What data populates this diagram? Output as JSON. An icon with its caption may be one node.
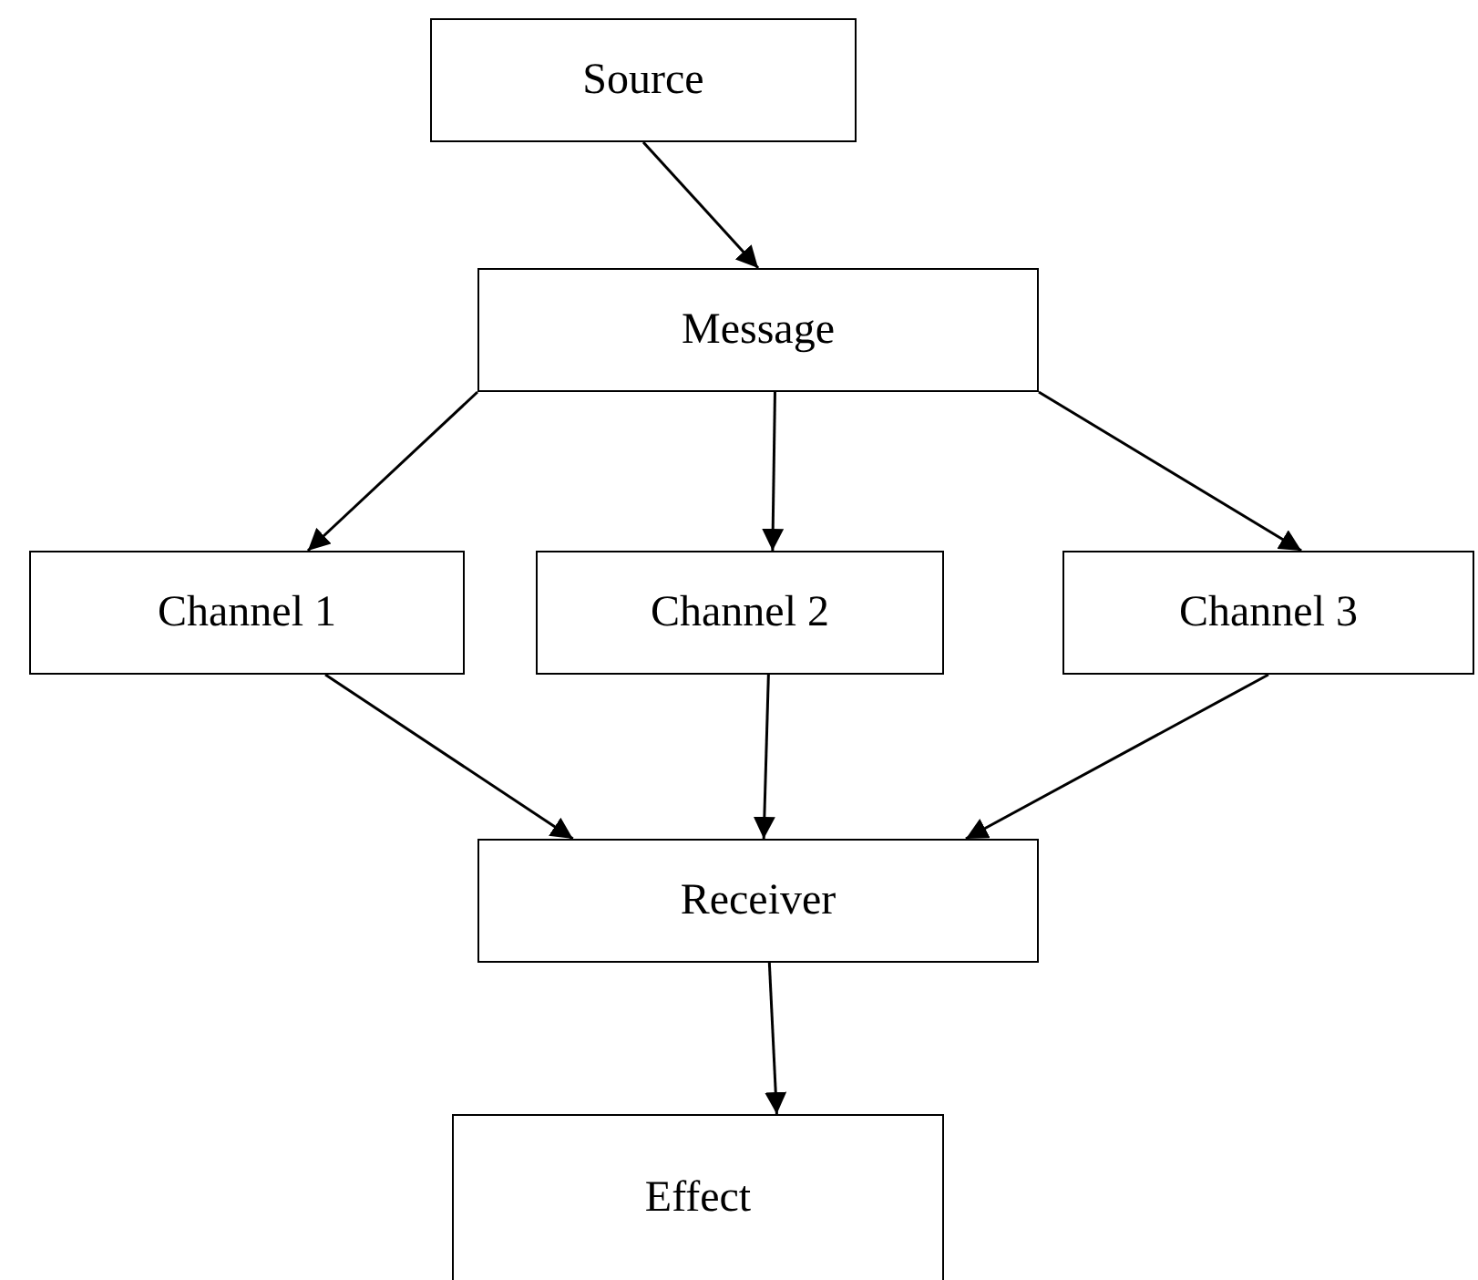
{
  "diagram": {
    "nodes": [
      {
        "text": [
          "Source"
        ]
      },
      {
        "text": [
          "Message"
        ]
      },
      {
        "text": [
          "Channel 1"
        ]
      },
      {
        "text": [
          "Channel 2"
        ]
      },
      {
        "text": [
          "Channel 3"
        ]
      },
      {
        "text": [
          "Receiver"
        ]
      },
      {
        "text": [
          "Effect"
        ]
      }
    ],
    "edges": [
      {
        "from": 0,
        "to": 1,
        "arrow": "to"
      },
      {
        "from": 1,
        "to": 2,
        "arrow": "to"
      },
      {
        "from": 1,
        "to": 3,
        "arrow": "to"
      },
      {
        "from": 1,
        "to": 4,
        "arrow": "to"
      },
      {
        "from": 2,
        "to": 5,
        "arrow": "to"
      },
      {
        "from": 3,
        "to": 5,
        "arrow": "to"
      },
      {
        "from": 4,
        "to": 5,
        "arrow": "to"
      },
      {
        "from": 5,
        "to": 6,
        "arrow": "to"
      }
    ]
  }
}
